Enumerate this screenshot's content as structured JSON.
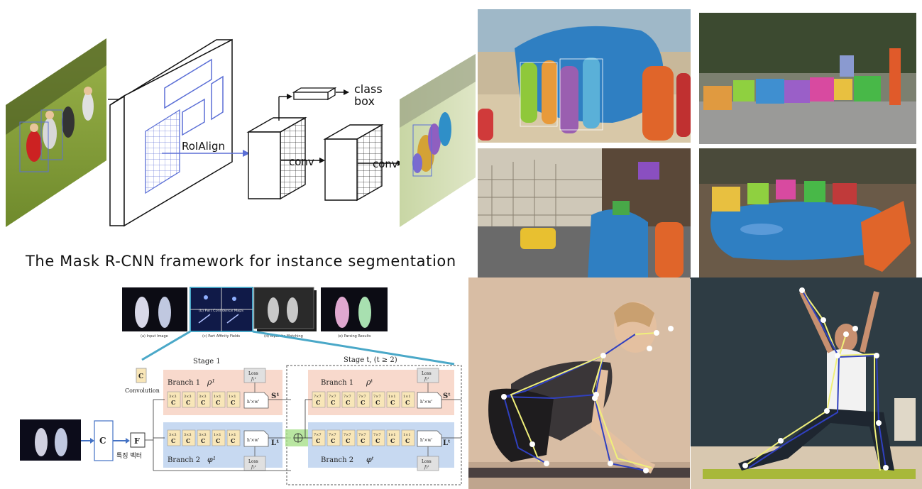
{
  "mask_rcnn": {
    "roialign_label": "RoIAlign",
    "conv1_label": "conv",
    "conv2_label": "conv",
    "head_class_label": "class",
    "head_box_label": "box",
    "caption": "The Mask R-CNN framework for instance segmentation"
  },
  "pose_pipeline": {
    "thumb_captions": [
      "(a) Input Image",
      "(b) Part Confidence Maps",
      "(c) Part Affinity Fields",
      "(d) Bipartite Matching",
      "(e) Parsing Results"
    ],
    "stage1_title": "Stage 1",
    "staget_title": "Stage t, (t ≥ 2)",
    "legend_block": "C",
    "legend_label": "Convolution",
    "branch1_label": "Branch 1",
    "branch1_symbol": "ρ¹",
    "branch2_label": "Branch 2",
    "branch2_symbol": "φ¹",
    "branch1t_label": "Branch 1",
    "branch1t_symbol": "ρᵗ",
    "branch2t_label": "Branch 2",
    "branch2t_symbol": "φᵗ",
    "input_conv_block": "C",
    "feature_block": "F",
    "feature_label_ko": "특징 벡터",
    "s1_out": "S¹",
    "l1_out": "L¹",
    "st_out": "Sᵗ",
    "lt_out": "Lᵗ",
    "loss_label": "Loss",
    "loss_f1": "f₁¹",
    "loss_f2": "f₂¹",
    "loss_ft1": "f₁ᵗ",
    "loss_ft2": "f₂ᵗ",
    "hw_label": "h'×w'",
    "stage1_kernels": [
      "3×3",
      "3×3",
      "3×3",
      "1×1",
      "1×1"
    ],
    "staget_kernels": [
      "7×7",
      "7×7",
      "7×7",
      "7×7",
      "7×7",
      "1×1",
      "1×1"
    ],
    "block_letter": "C"
  },
  "colors": {
    "diagram_blue": "#5b6fd6",
    "connector_teal": "#4aa8c8",
    "branch1_fill": "#f8d9cc",
    "branch2_fill": "#c7d9f1",
    "block_fill": "#f8e6b8",
    "pose_line_yellow": "#f0f07a",
    "pose_line_blue": "#3040c0"
  }
}
